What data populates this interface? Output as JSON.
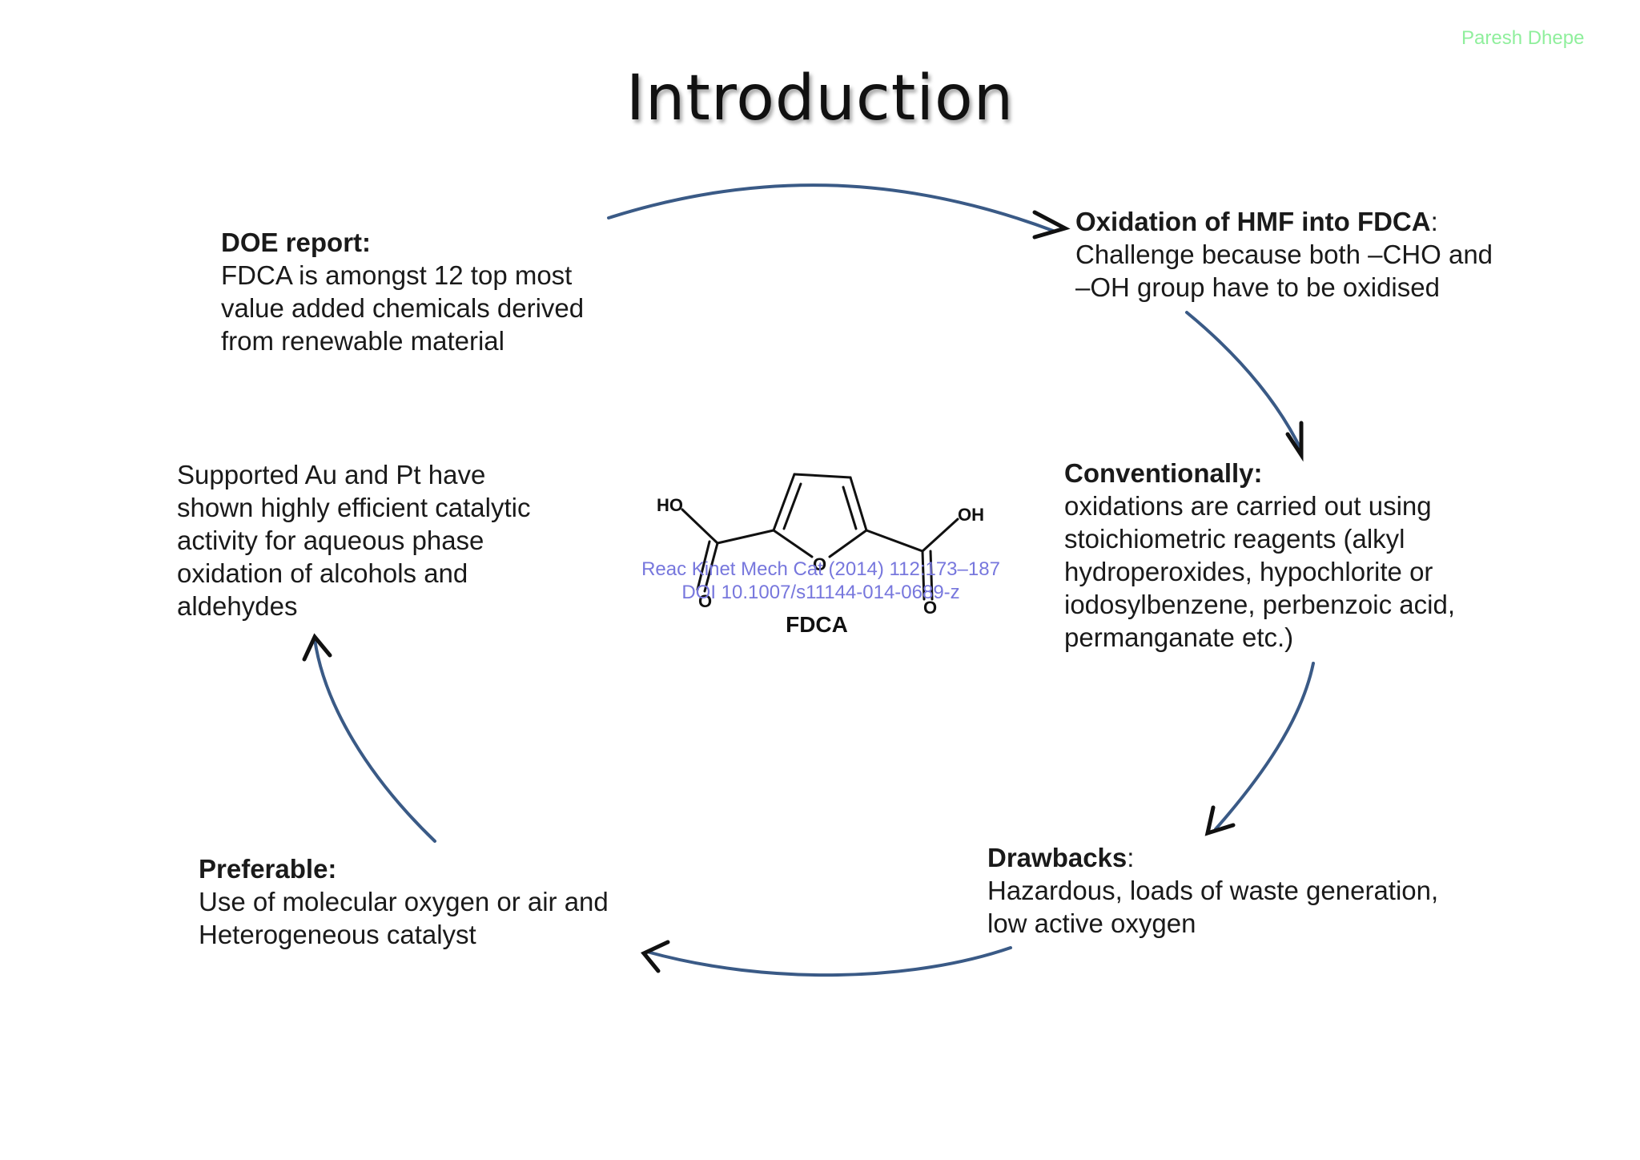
{
  "author": "Paresh Dhepe",
  "title": "Introduction",
  "boxes": {
    "doe": {
      "heading": "DOE report:",
      "lines": [
        "FDCA  is amongst 12 top most",
        "value added chemicals derived",
        "from  renewable material"
      ]
    },
    "oxidation": {
      "heading": "Oxidation of HMF into FDCA",
      "heading_suffix": ":",
      "lines": [
        "Challenge because both –CHO and",
        "–OH group have to be oxidised"
      ]
    },
    "conventionally": {
      "heading": "Conventionally:",
      "lines": [
        "oxidations are carried out using",
        "stoichiometric reagents (alkyl",
        "hydroperoxides, hypochlorite or",
        "iodosylbenzene,  perbenzoic acid,",
        "permanganate etc.)"
      ]
    },
    "drawbacks": {
      "heading": "Drawbacks",
      "heading_suffix": ":",
      "lines": [
        "Hazardous, loads of waste generation,",
        "low active oxygen"
      ]
    },
    "preferable": {
      "heading": "Preferable:",
      "lines": [
        "Use of molecular oxygen or air and",
        "Heterogeneous catalyst"
      ]
    },
    "supported": {
      "lines": [
        "Supported Au and Pt have",
        "shown highly efficient catalytic",
        "activity for aqueous phase",
        "oxidation of alcohols and",
        "aldehydes"
      ]
    }
  },
  "molecule": {
    "label": "FDCA",
    "atoms": {
      "ho_left": "HO",
      "oh_right": "OH",
      "ring_o": "O",
      "carbonyl_left": "O",
      "carbonyl_right": "O"
    }
  },
  "citation": {
    "line1": "Reac Kinet Mech Cat (2014) 112:173–187",
    "line2": "DOI 10.1007/s11144-014-0689-z"
  },
  "colors": {
    "arrow": "#3a5a86",
    "arrowhead": "#111111",
    "citation": "#7777dd",
    "author": "#8fef9c"
  }
}
